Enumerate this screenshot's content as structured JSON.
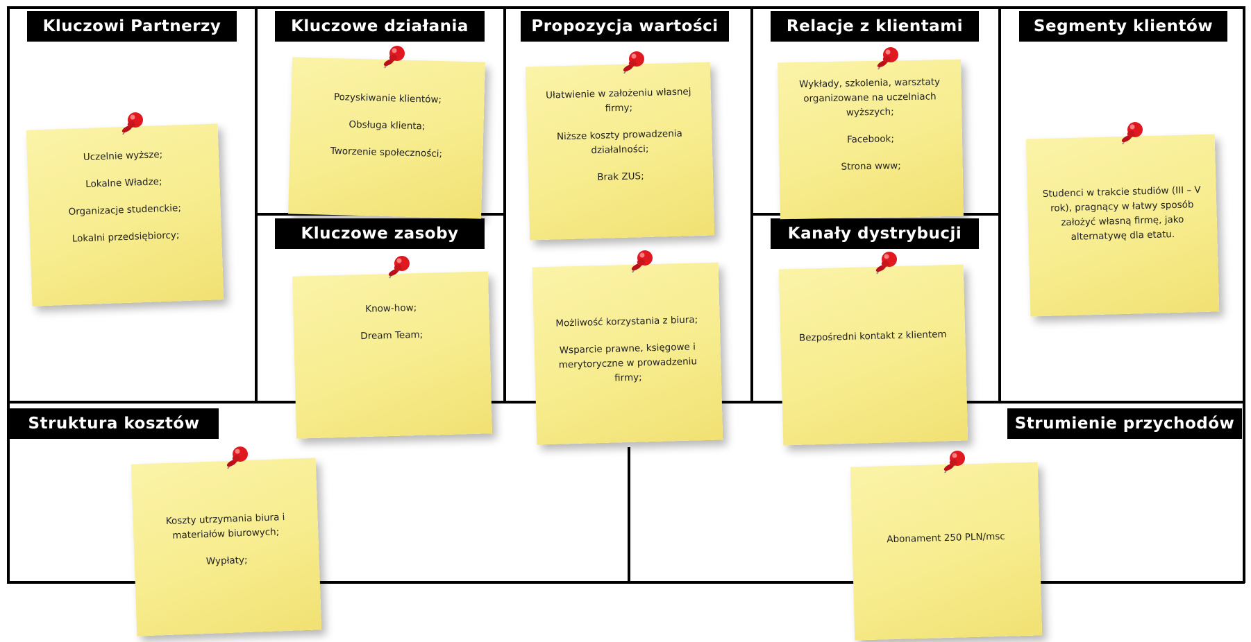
{
  "sections": {
    "key_partners": "Kluczowi Partnerzy",
    "key_activities": "Kluczowe działania",
    "value_proposition": "Propozycja wartości",
    "customer_relationships": "Relacje z klientami",
    "customer_segments": "Segmenty klientów",
    "key_resources": "Kluczowe zasoby",
    "channels": "Kanały dystrybucji",
    "cost_structure": "Struktura kosztów",
    "revenue_streams": "Strumienie przychodów"
  },
  "notes": {
    "key_partners": [
      "Uczelnie wyższe;",
      "Lokalne Władze;",
      "Organizacje studenckie;",
      "Lokalni przedsiębiorcy;"
    ],
    "key_activities": [
      "Pozyskiwanie klientów;",
      "Obsługa klienta;",
      "Tworzenie społeczności;"
    ],
    "key_resources": [
      "Know-how;",
      "Dream Team;"
    ],
    "value_proposition_1": [
      "Ułatwienie w założeniu własnej firmy;",
      "Niższe koszty prowadzenia działalności;",
      "Brak ZUS;"
    ],
    "value_proposition_2": [
      "Możliwość korzystania z biura;",
      "Wsparcie prawne, księgowe i merytoryczne w prowadzeniu firmy;"
    ],
    "customer_relationships": [
      "Wykłady, szkolenia, warsztaty organizowane na uczelniach wyższych;",
      "Facebook;",
      "Strona www;"
    ],
    "channels": [
      "Bezpośredni kontakt z klientem"
    ],
    "customer_segments": [
      "Studenci w trakcie studiów (III – V rok), pragnący w łatwy sposób założyć własną firmę, jako alternatywę dla etatu."
    ],
    "cost_structure": [
      "Koszty utrzymania biura i materiałów biurowych;",
      "Wypłaty;"
    ],
    "revenue_streams": [
      "Abonament 250 PLN/msc"
    ]
  },
  "colors": {
    "note": "#f7ec8e",
    "pin": "#e0181f",
    "header": "#000000"
  }
}
